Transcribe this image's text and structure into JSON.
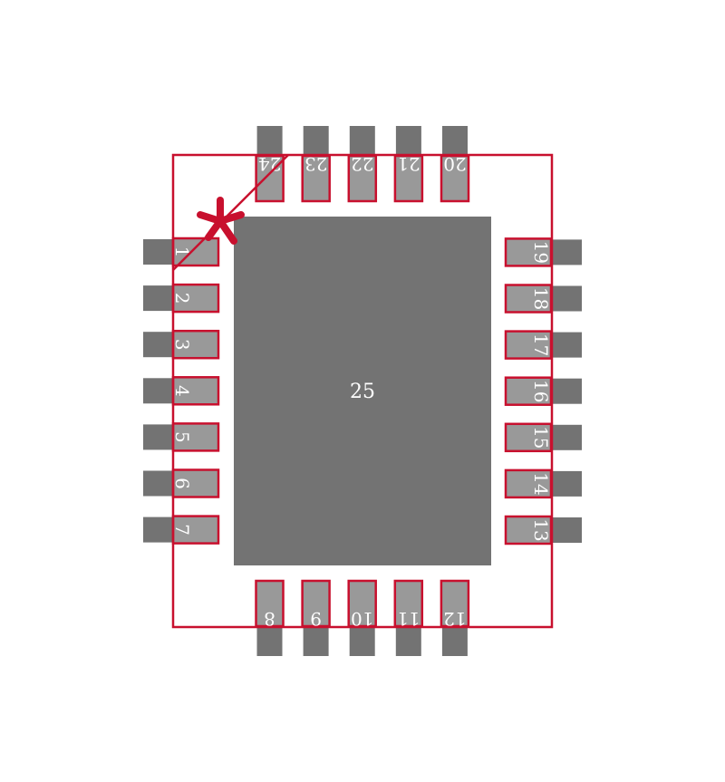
{
  "footprint": {
    "colors": {
      "land": "#737373",
      "pad": "#999999",
      "outline": "#c8102e",
      "label": "#ffffff"
    },
    "center_pad_label": "25",
    "left_pins": [
      "1",
      "2",
      "3",
      "4",
      "5",
      "6",
      "7"
    ],
    "bottom_pins": [
      "8",
      "9",
      "10",
      "11",
      "12"
    ],
    "right_pins": [
      "13",
      "14",
      "15",
      "16",
      "17",
      "18",
      "19"
    ],
    "top_pins": [
      "20",
      "21",
      "22",
      "23",
      "24"
    ],
    "pin1_marker_icon": "asterisk-icon"
  }
}
